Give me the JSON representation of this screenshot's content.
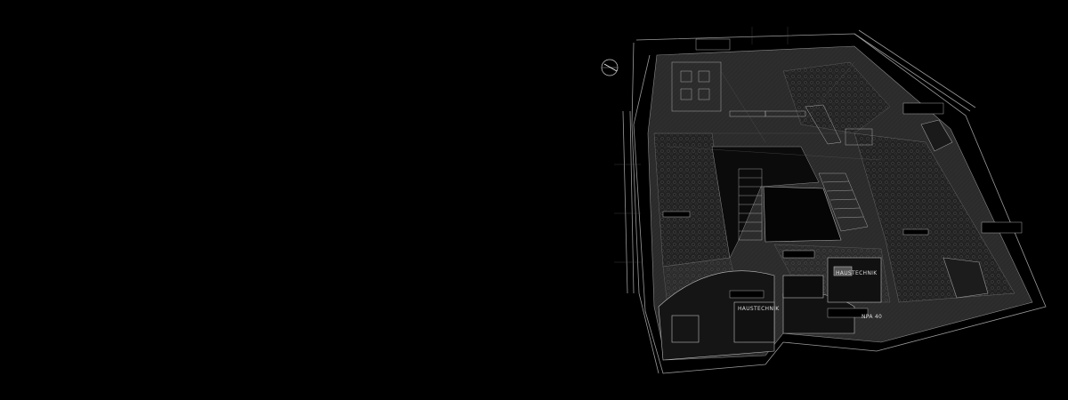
{
  "image": {
    "subject": "architectural courtyard site plan drawing, white linework on black",
    "colors": {
      "background": "#000000",
      "linework": "#bfbfbf",
      "hatch": "#3b3b3b"
    }
  },
  "plan": {
    "labels": {
      "haustechnik_1": "HAUSTECHNIK",
      "haustechnik_2": "HAUSTECHNIK",
      "npa": "NPA 40"
    },
    "north_arrow": "north-arrow-icon"
  }
}
